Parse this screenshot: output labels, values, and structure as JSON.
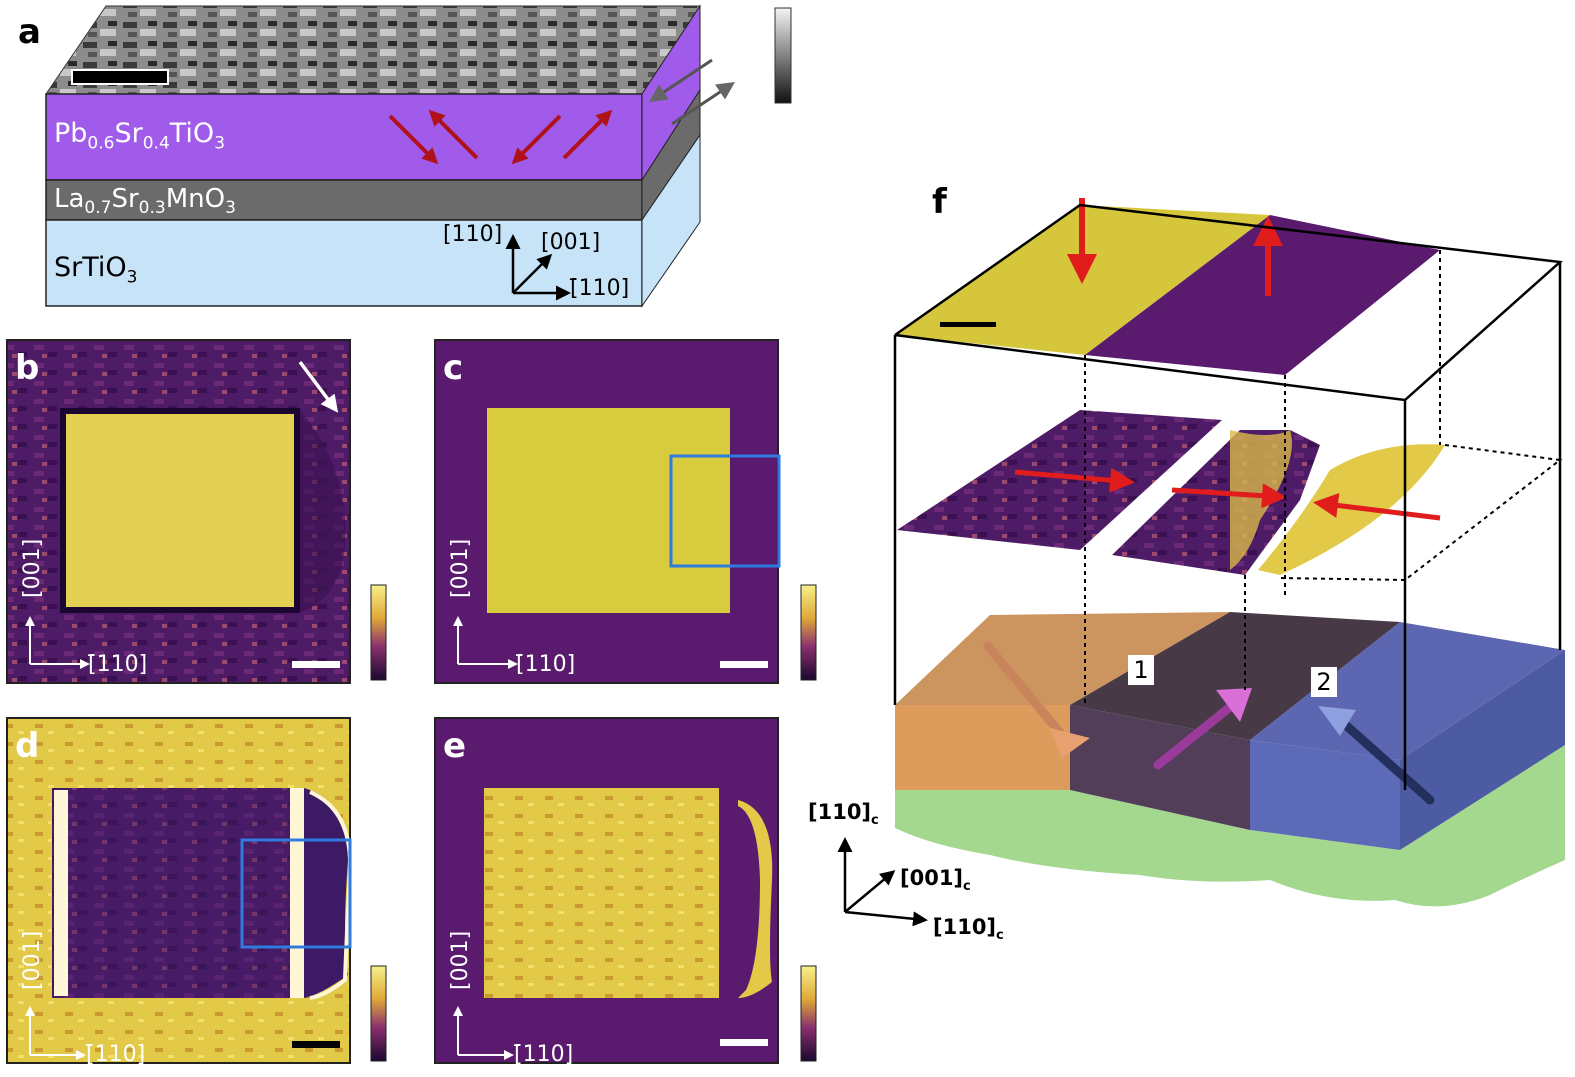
{
  "panels": {
    "a": {
      "letter": "a",
      "layers": [
        {
          "text": "Pb",
          "sub1": "0.6",
          "mid": "Sr",
          "sub2": "0.4",
          "end": "TiO",
          "sub3": "3",
          "color": "#a05bea"
        },
        {
          "text": "La",
          "sub1": "0.7",
          "mid": "Sr",
          "sub2": "0.3",
          "end": "MnO",
          "sub3": "3",
          "color": "#6b6b6b"
        },
        {
          "text": "SrTiO",
          "sub1": "3",
          "color": "#c6e3f8"
        }
      ],
      "axes": {
        "up": "[110]",
        "depth": "[001]",
        "right": "[̄110]"
      }
    },
    "b": {
      "letter": "b",
      "axis_up": "[001]",
      "axis_right": "[̄110]"
    },
    "c": {
      "letter": "c",
      "axis_up": "[001]",
      "axis_right": "[̄110]"
    },
    "d": {
      "letter": "d",
      "axis_up": "[001]",
      "axis_right": "[̄110]"
    },
    "e": {
      "letter": "e",
      "axis_up": "[001]",
      "axis_right": "[̄110]"
    },
    "f": {
      "letter": "f",
      "domain_labels": [
        "1",
        "2"
      ],
      "axes": {
        "up": "[110]",
        "up_sub": "c",
        "depth": "[001]",
        "depth_sub": "c",
        "right": "[̄110]",
        "right_sub": "c"
      }
    }
  },
  "colors": {
    "pfm_dark": "#5a1a6e",
    "pfm_yellow": "#e8d24a",
    "highlight_box": "#2f7be0",
    "arrow_red": "#e01c1c",
    "pst_purple": "#a05bea",
    "lsmo_gray": "#6b6b6b",
    "sto_blue": "#c6e3f8"
  }
}
